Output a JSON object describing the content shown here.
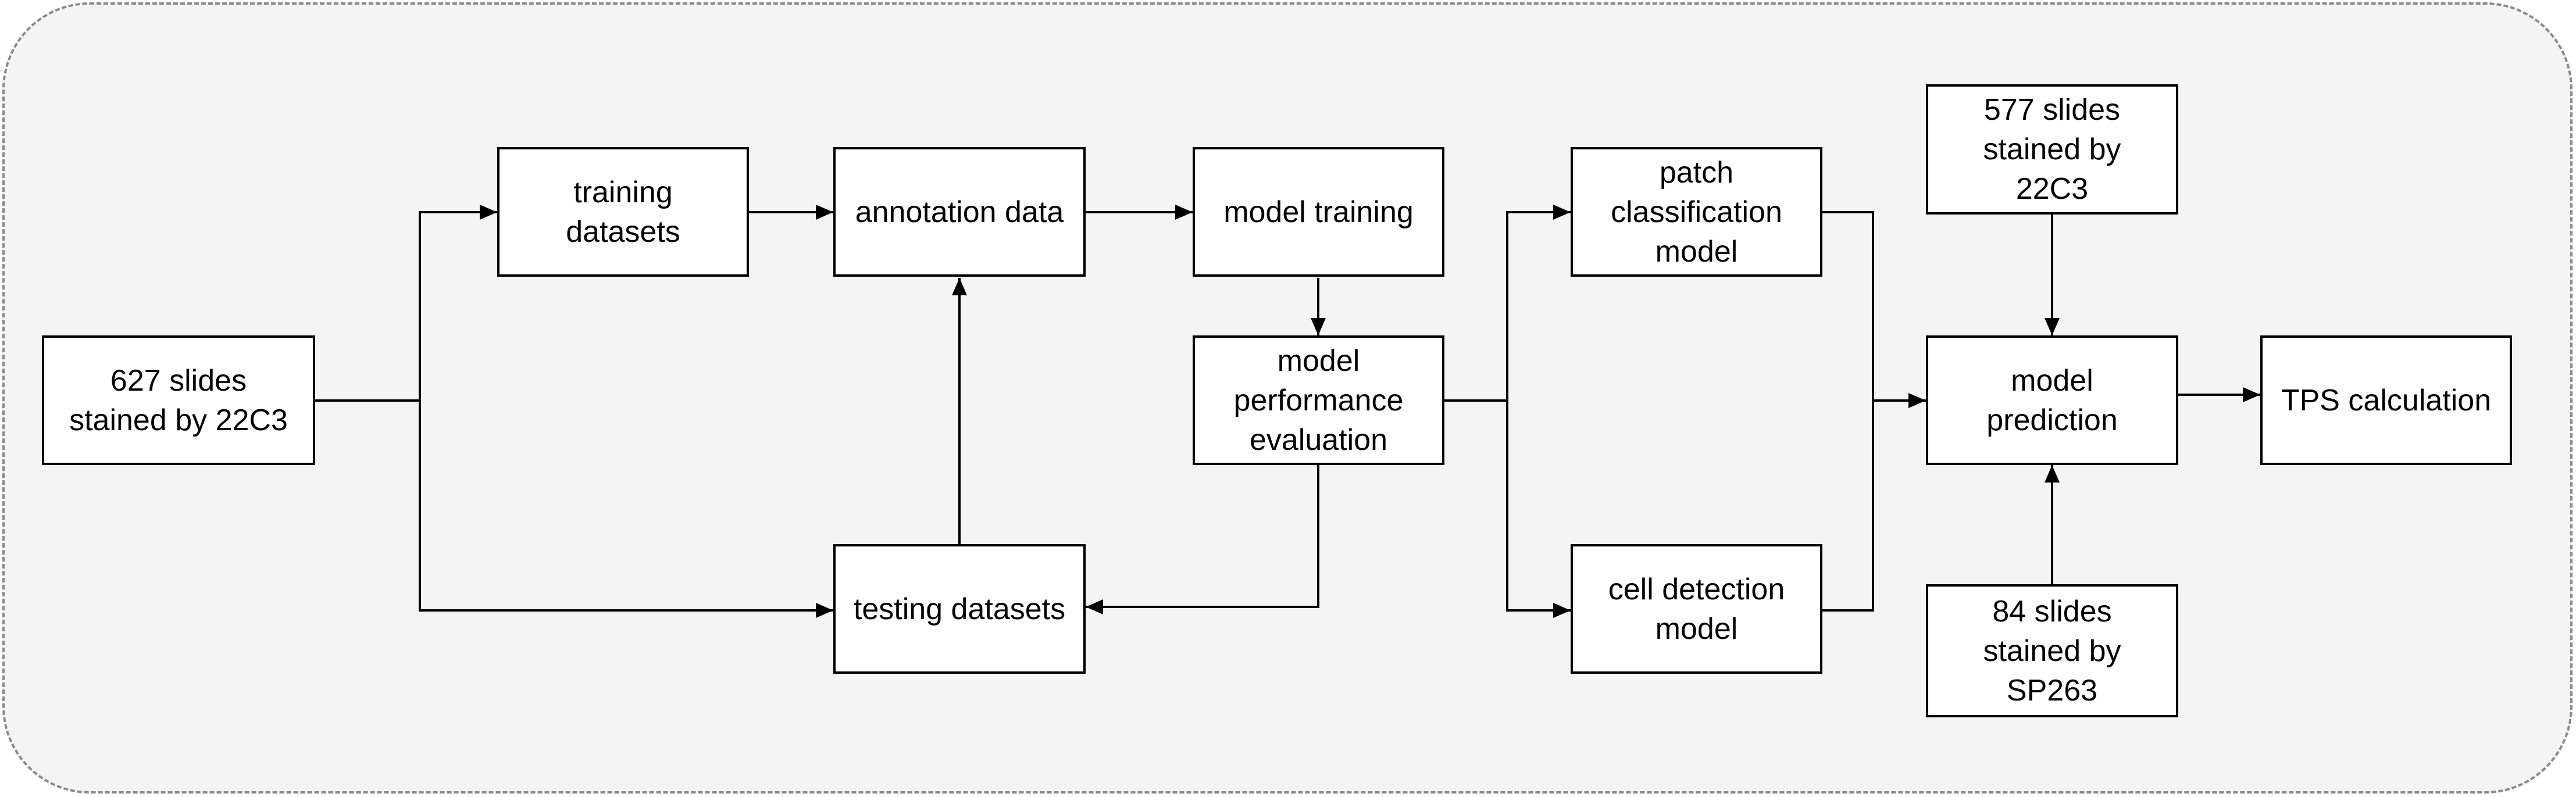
{
  "nodes": {
    "slides_627": "627 slides\nstained by 22C3",
    "training_datasets": "training\ndatasets",
    "annotation_data": "annotation data",
    "testing_datasets": "testing datasets",
    "model_training": "model training",
    "model_performance_evaluation": "model\nperformance\nevaluation",
    "patch_classification_model": "patch\nclassification\nmodel",
    "cell_detection_model": "cell detection\nmodel",
    "slides_577": "577 slides\nstained by\n22C3",
    "model_prediction": "model\nprediction",
    "slides_84": "84 slides\nstained by\nSP263",
    "tps_calculation": "TPS calculation"
  },
  "colors": {
    "background": "#f4f4f4",
    "frame_border": "#8a8a8a",
    "box_border": "#000000",
    "box_fill": "#ffffff",
    "line": "#000000"
  }
}
